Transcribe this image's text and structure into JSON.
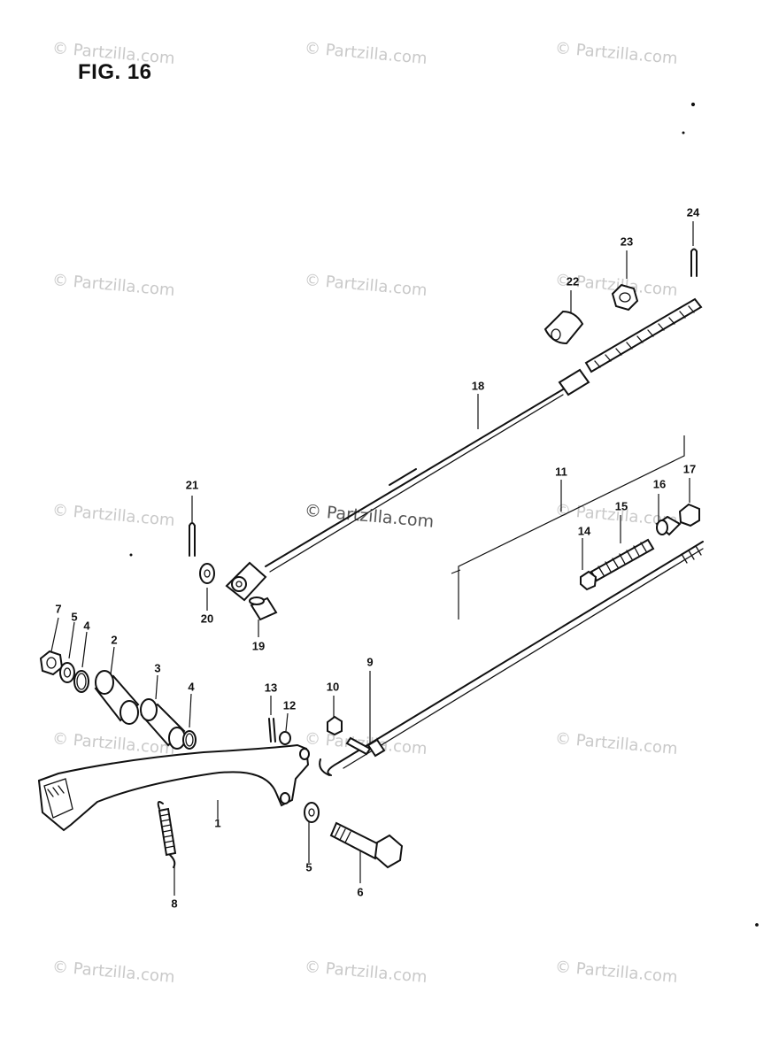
{
  "figure": {
    "title": "FIG. 16"
  },
  "watermark": {
    "text": "© Partzilla.com"
  },
  "callouts": {
    "p1": "1",
    "p2": "2",
    "p3": "3",
    "p4a": "4",
    "p4b": "4",
    "p5a": "5",
    "p5b": "5",
    "p6": "6",
    "p7": "7",
    "p8": "8",
    "p9": "9",
    "p10": "10",
    "p11": "11",
    "p12": "12",
    "p13": "13",
    "p14": "14",
    "p15": "15",
    "p16": "16",
    "p17": "17",
    "p18": "18",
    "p19": "19",
    "p20": "20",
    "p21": "21",
    "p22": "22",
    "p23": "23",
    "p24": "24"
  }
}
